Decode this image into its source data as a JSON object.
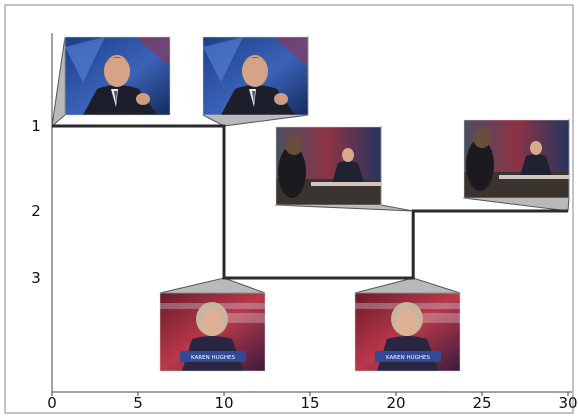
{
  "chart_data": {
    "type": "line",
    "title": "",
    "xlabel": "",
    "ylabel": "",
    "x_ticks": [
      "0",
      "5",
      "10",
      "15",
      "20",
      "25",
      "30"
    ],
    "y_ticks": [
      "1",
      "2",
      "3"
    ],
    "xlim": [
      0,
      30
    ],
    "y_order": "top-to-bottom",
    "line_color": "#2a2a2a",
    "wedge_color": "#b9b9b9",
    "path": [
      [
        0,
        1
      ],
      [
        10,
        1
      ],
      [
        10,
        3
      ],
      [
        21,
        3
      ],
      [
        21,
        2
      ],
      [
        30,
        2
      ]
    ],
    "thumbnails": [
      {
        "name": "thumb-speaker1-a",
        "kind": "closeup-man",
        "anchor": [
          0,
          1
        ]
      },
      {
        "name": "thumb-speaker1-b",
        "kind": "closeup-man",
        "anchor": [
          10,
          1
        ]
      },
      {
        "name": "thumb-speaker2-a",
        "kind": "closeup-woman",
        "anchor": [
          10,
          3
        ]
      },
      {
        "name": "thumb-speaker3-a",
        "kind": "wide-desk",
        "anchor": [
          21,
          2
        ]
      },
      {
        "name": "thumb-speaker2-b",
        "kind": "closeup-woman",
        "anchor": [
          21,
          3
        ]
      },
      {
        "name": "thumb-speaker3-b",
        "kind": "wide-desk",
        "anchor": [
          30,
          2
        ]
      }
    ],
    "caption_text": "KAREN HUGHES"
  }
}
